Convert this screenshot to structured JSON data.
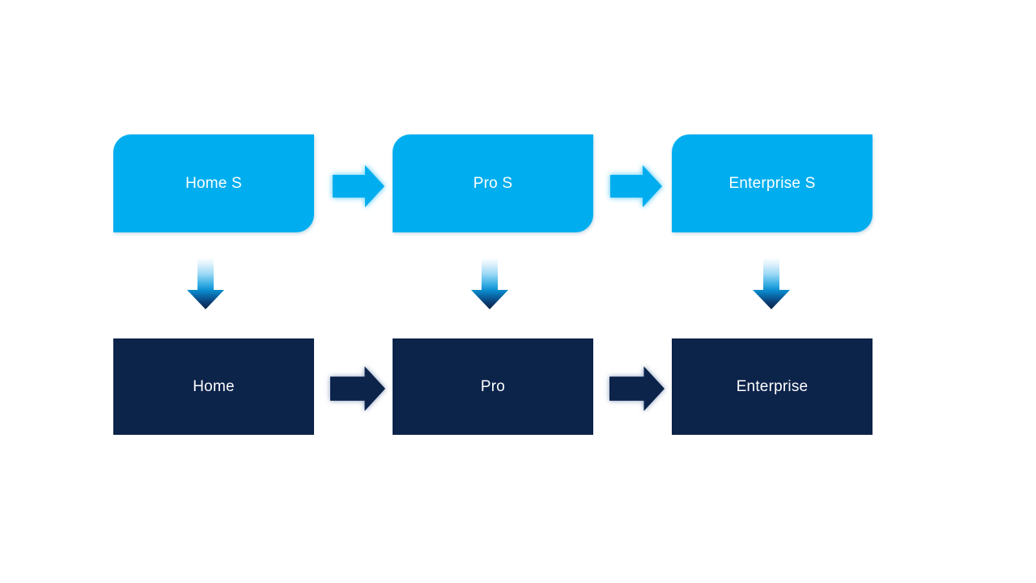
{
  "diagram": {
    "background_color": "#FFFFFF",
    "colors": {
      "light_blue": "#00AEEF",
      "dark_navy": "#0C234A",
      "text_color": "#FFFFFF",
      "down_arrow_gradient_top": "#FFFFFF",
      "down_arrow_gradient_mid": "#2FA9E2",
      "down_arrow_gradient_bottom": "#0D2446"
    },
    "icons": {
      "right_arrow": "right-arrow",
      "down_arrow": "down-arrow"
    },
    "top_row": {
      "nodes": [
        {
          "label": "Home S"
        },
        {
          "label": "Pro S"
        },
        {
          "label": "Enterprise S"
        }
      ]
    },
    "bottom_row": {
      "nodes": [
        {
          "label": "Home"
        },
        {
          "label": "Pro"
        },
        {
          "label": "Enterprise"
        }
      ]
    }
  }
}
